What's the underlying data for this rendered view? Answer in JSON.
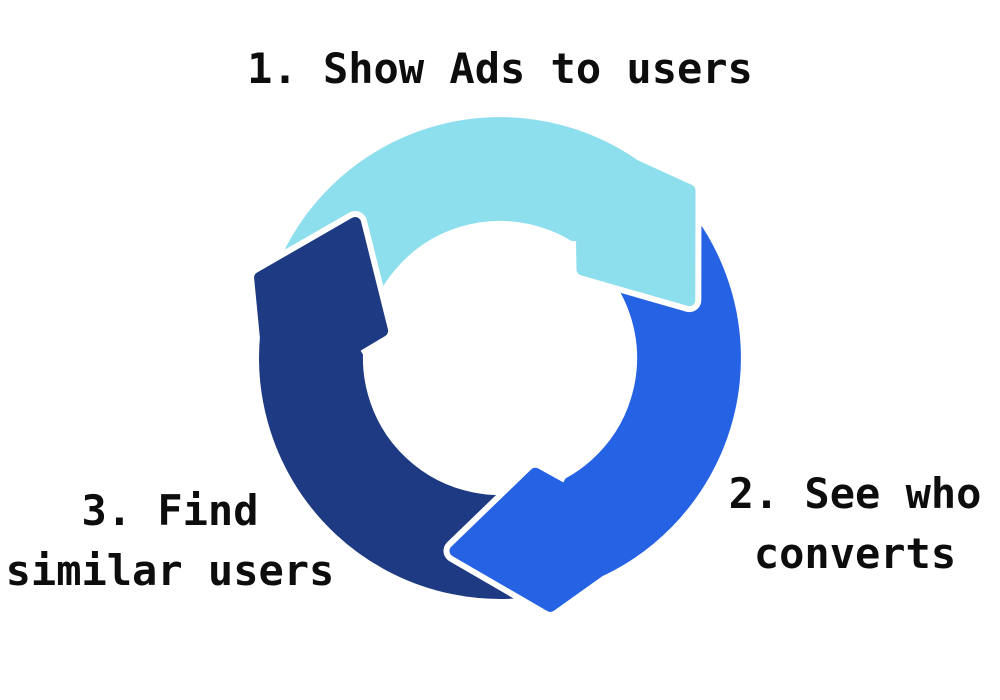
{
  "diagram": {
    "type": "cycle",
    "direction": "clockwise",
    "steps": [
      {
        "label": "1. Show Ads to users",
        "position": "top",
        "arrow_color": "#8edfee"
      },
      {
        "label": "2. See who\nconverts",
        "position": "right",
        "arrow_color": "#2562e4"
      },
      {
        "label": "3. Find\nsimilar users",
        "position": "left",
        "arrow_color": "#1e3a82"
      }
    ]
  },
  "colors": {
    "arrow1": "#8edfee",
    "arrow2": "#2562e4",
    "arrow3": "#1e3a82",
    "outline": "#ffffff",
    "text": "#0d0d0d",
    "background": "#ffffff"
  }
}
